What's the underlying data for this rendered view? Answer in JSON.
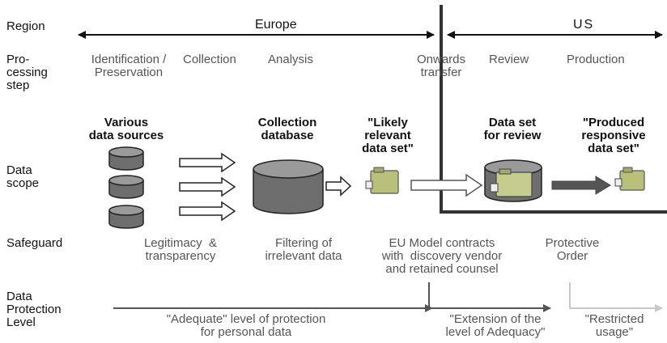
{
  "rows": {
    "region": "Region",
    "processing_step": "Pro-\ncessing\nstep",
    "data_scope": "Data\nscope",
    "safeguard": "Safeguard",
    "data_protection_level": "Data\nProtection\nLevel"
  },
  "regions": {
    "europe": "Europe",
    "us": "US"
  },
  "steps": {
    "identification": "Identification /\nPreservation",
    "collection": "Collection",
    "analysis": "Analysis",
    "onwards_transfer": "Onwards\ntransfer",
    "review": "Review",
    "production": "Production"
  },
  "scope": {
    "various_sources": "Various\ndata sources",
    "collection_db": "Collection\ndatabase",
    "likely_relevant": "\"Likely\nrelevant\ndata set\"",
    "review_set": "Data set\nfor review",
    "produced_set": "\"Produced\nresponsive\ndata set\""
  },
  "safeguards": {
    "legitimacy": "Legitimacy  &\ntransparency",
    "filtering": "Filtering of\nirrelevant data",
    "eu_model": "EU Model contracts\nwith  discovery vendor\nand retained counsel",
    "protective_order": "Protective\nOrder"
  },
  "protection": {
    "adequate": "\"Adequate\" level of protection\nfor personal data",
    "extension": "\"Extension of the\nlevel of Adequacy\"",
    "restricted": "\"Restricted\nusage\""
  },
  "colors": {
    "cylinder": "#6e6e6e",
    "cylinder_top": "#9a9a9a",
    "folder": "#b9c07a",
    "light_arrow": "#c8c8c8"
  }
}
